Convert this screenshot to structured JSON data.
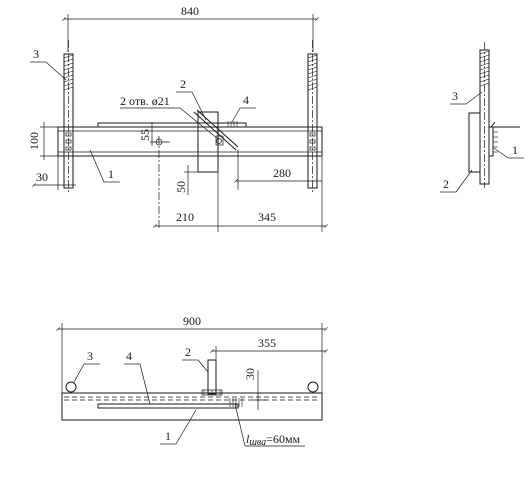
{
  "front_view": {
    "dims": {
      "overall_width": "840",
      "height": "100",
      "edge_offset": "30",
      "bracket_offset": "280",
      "hole_offset_x": "210",
      "right_offset": "345",
      "hole_offset_y": "55",
      "slot_height": "50",
      "hole_note": "2 отв.  ø21"
    },
    "callouts": {
      "c1": "1",
      "c2": "2",
      "c3": "3",
      "c4": "4"
    }
  },
  "side_view": {
    "callouts": {
      "c1": "1",
      "c2": "2",
      "c3": "3"
    }
  },
  "plan_view": {
    "dims": {
      "overall_width": "900",
      "offset": "355",
      "depth": "30"
    },
    "callouts": {
      "c1": "1",
      "c2": "2",
      "c3": "3",
      "c4": "4"
    },
    "weld_note_symbol": "l",
    "weld_note_sub": "шва",
    "weld_note_value": "=60мм"
  }
}
